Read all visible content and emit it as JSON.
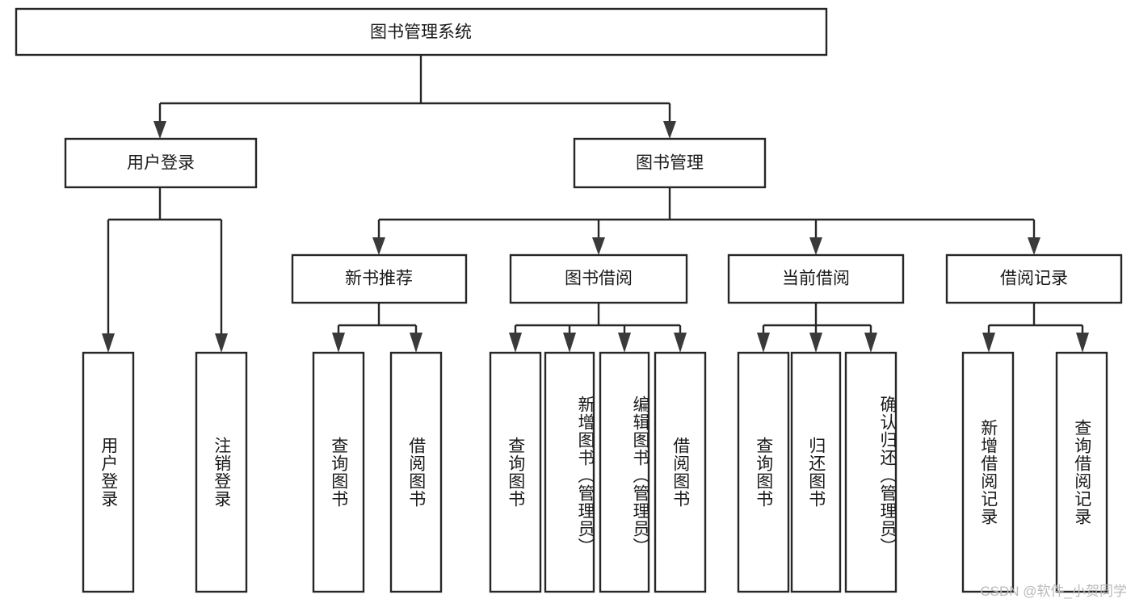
{
  "diagram": {
    "title": "图书管理系统",
    "type": "tree-hierarchy-diagram",
    "watermark": "CSDN @软件_小贺同学",
    "colors": {
      "box_stroke": "#262626",
      "box_fill": "#ffffff",
      "arrow_fill": "#3a3a3a",
      "text": "#1a1a1a",
      "watermark": "#b9b9b9",
      "background": "#ffffff"
    },
    "root": {
      "id": "root",
      "label": "图书管理系统",
      "orientation": "horizontal"
    },
    "level2": [
      {
        "id": "user-login",
        "label": "用户登录",
        "orientation": "horizontal"
      },
      {
        "id": "book-manage",
        "label": "图书管理",
        "orientation": "horizontal"
      }
    ],
    "level3": [
      {
        "id": "new-book-recommend",
        "label": "新书推荐",
        "orientation": "horizontal",
        "parent": "book-manage"
      },
      {
        "id": "book-borrow",
        "label": "图书借阅",
        "orientation": "horizontal",
        "parent": "book-manage"
      },
      {
        "id": "current-borrow",
        "label": "当前借阅",
        "orientation": "horizontal",
        "parent": "book-manage"
      },
      {
        "id": "borrow-record",
        "label": "借阅记录",
        "orientation": "horizontal",
        "parent": "book-manage"
      }
    ],
    "leaves": [
      {
        "id": "leaf-user-login",
        "label": "用户登录",
        "orientation": "vertical",
        "parent": "user-login"
      },
      {
        "id": "leaf-user-logout",
        "label": "注销登录",
        "orientation": "vertical",
        "parent": "user-login"
      },
      {
        "id": "leaf-query-book-1",
        "label": "查询图书",
        "orientation": "vertical",
        "parent": "new-book-recommend"
      },
      {
        "id": "leaf-borrow-book-1",
        "label": "借阅图书",
        "orientation": "vertical",
        "parent": "new-book-recommend"
      },
      {
        "id": "leaf-query-book-2",
        "label": "查询图书",
        "orientation": "vertical",
        "parent": "book-borrow"
      },
      {
        "id": "leaf-add-book",
        "label": "新增图书（管理员）",
        "orientation": "vertical",
        "parent": "book-borrow"
      },
      {
        "id": "leaf-edit-book",
        "label": "编辑图书（管理员）",
        "orientation": "vertical",
        "parent": "book-borrow"
      },
      {
        "id": "leaf-borrow-book-2",
        "label": "借阅图书",
        "orientation": "vertical",
        "parent": "book-borrow"
      },
      {
        "id": "leaf-query-book-3",
        "label": "查询图书",
        "orientation": "vertical",
        "parent": "current-borrow"
      },
      {
        "id": "leaf-return-book",
        "label": "归还图书",
        "orientation": "vertical",
        "parent": "current-borrow"
      },
      {
        "id": "leaf-confirm-return",
        "label": "确认归还（管理员）",
        "orientation": "vertical",
        "parent": "current-borrow"
      },
      {
        "id": "leaf-add-record",
        "label": "新增借阅记录",
        "orientation": "vertical",
        "parent": "borrow-record"
      },
      {
        "id": "leaf-query-record",
        "label": "查询借阅记录",
        "orientation": "vertical",
        "parent": "borrow-record"
      }
    ]
  }
}
